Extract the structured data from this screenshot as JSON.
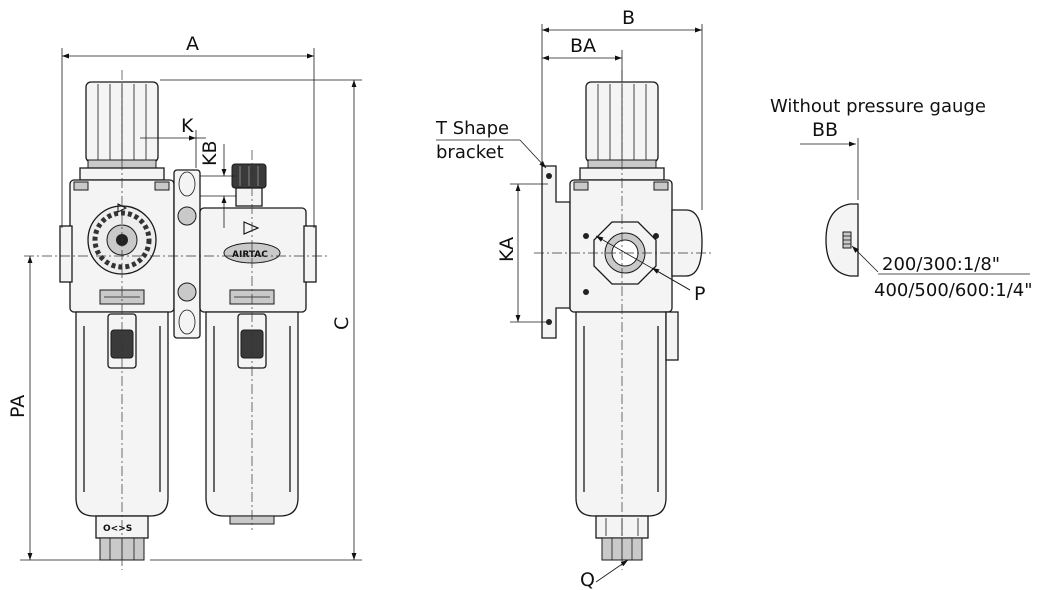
{
  "dimensions": {
    "a": "A",
    "k": "K",
    "kb": "KB",
    "c": "C",
    "pa": "PA",
    "b": "B",
    "ba": "BA",
    "ka": "KA",
    "p": "P",
    "q": "Q",
    "bb": "BB"
  },
  "callouts": {
    "t_shape_line1": "T Shape",
    "t_shape_line2": "bracket",
    "without_gauge": "Without pressure gauge",
    "port_size_1": "200/300:1/8\"",
    "port_size_2": "400/500/600:1/4\""
  },
  "markings": {
    "brand": "AIRTAC",
    "drain": "O<>S"
  }
}
